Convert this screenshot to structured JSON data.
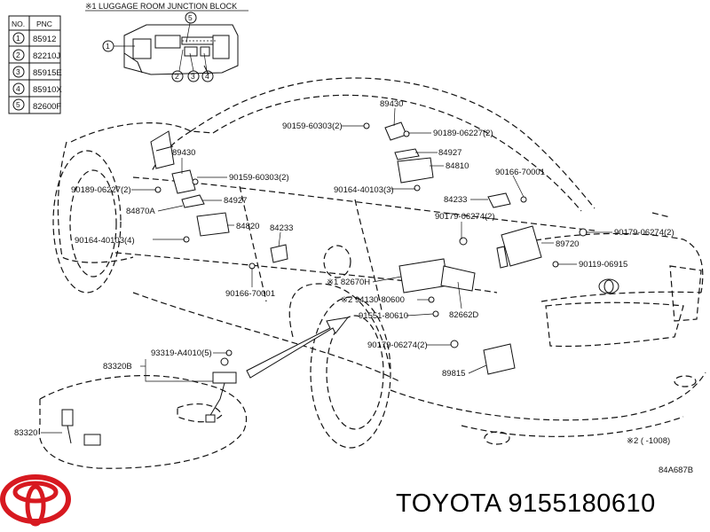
{
  "block_title": "※1 LUGGAGE ROOM JUNCTION BLOCK",
  "pnc_table": {
    "headers": [
      "NO.",
      "PNC"
    ],
    "rows": [
      {
        "no": "1",
        "pnc": "85912"
      },
      {
        "no": "2",
        "pnc": "82210J"
      },
      {
        "no": "3",
        "pnc": "85915E"
      },
      {
        "no": "4",
        "pnc": "85910X"
      },
      {
        "no": "5",
        "pnc": "82600F"
      }
    ]
  },
  "callouts": [
    "1",
    "2",
    "3",
    "4",
    "5"
  ],
  "parts": {
    "p89430a": "89430",
    "p90159a": "90159-60303(2)",
    "p90189a": "90189-06227(2)",
    "p84927a": "84927",
    "p84810": "84810",
    "p90166a": "90166-70001",
    "p90164a": "90164-40103(3)",
    "p84233a": "84233",
    "p90179a": "90179-06274(2)",
    "p89720": "89720",
    "p90179b": "90179-06274(2)",
    "p90119": "90119-06915",
    "p89430b": "89430",
    "p90159b": "90159-60303(2)",
    "p90189b": "90189-06227(2)",
    "p84927b": "84927",
    "p84870a": "84870A",
    "p84820": "84820",
    "p90164b": "90164-40103(4)",
    "p84233b": "84233",
    "p90166b": "90166-70001",
    "p82670h": "※1 82670H",
    "p94130": "※2 94130-80600",
    "p91551": "91551-80610",
    "p82662d": "82662D",
    "p90179c": "90179-06274(2)",
    "p89815": "89815",
    "p93319": "93319-A4010(5)",
    "p83320b": "83320B",
    "p83320": "83320"
  },
  "note_range": "※2 (     -1008)",
  "diagram_code": "84A687B",
  "footer": {
    "brand": "TOYOTA",
    "part_number": "9155180610",
    "logo_color": "#d71920"
  }
}
